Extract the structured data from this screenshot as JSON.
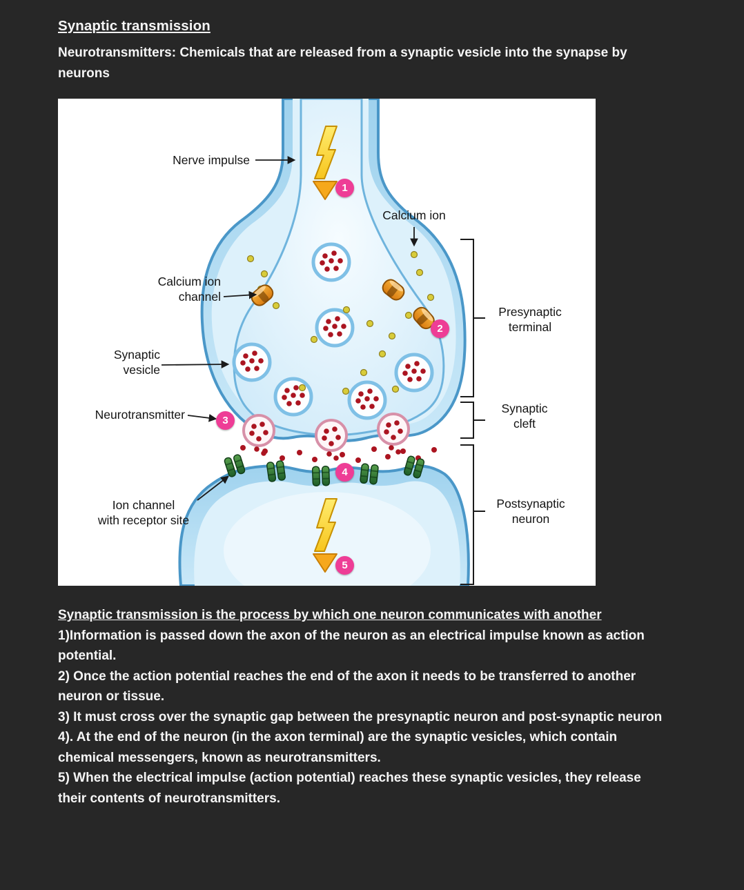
{
  "doc": {
    "title": "Synaptic transmission",
    "intro": "Neurotransmitters: Chemicals that are released from a synaptic vesicle into the synapse by neurons",
    "section_heading": "Synaptic transmission is the process by which one neuron communicates with another",
    "points": [
      "1)Information is passed down the axon of the neuron as an electrical impulse known as action potential.",
      "2) Once the action potential reaches the end of the axon it needs to be transferred to another neuron or tissue.",
      "3) It must cross over the synaptic gap between the presynaptic neuron and post-synaptic neuron",
      "4). At the end of the neuron (in the axon terminal) are the synaptic vesicles, which contain chemical messengers, known as neurotransmitters.",
      "5) When the electrical impulse (action potential) reaches these synaptic vesicles, they release their contents of neurotransmitters."
    ]
  },
  "diagram": {
    "alt": "Labeled illustration of synaptic transmission between two neurons",
    "labels": {
      "nerve_impulse": "Nerve impulse",
      "calcium_ion": "Calcium ion",
      "calcium_ion_channel": "Calcium ion\nchannel",
      "synaptic_vesicle": "Synaptic\nvesicle",
      "neurotransmitter": "Neurotransmitter",
      "ion_channel": "Ion channel\nwith receptor site",
      "presynaptic_terminal": "Presynaptic\nterminal",
      "synaptic_cleft": "Synaptic\ncleft",
      "postsynaptic_neuron": "Postsynaptic\nneuron"
    },
    "steps": [
      "1",
      "2",
      "3",
      "4",
      "5"
    ],
    "colors": {
      "neuron_fill": "#c9e8f8",
      "neuron_outline": "#4a97c8",
      "neurotransmitter_dot": "#ab1420",
      "calcium_channel": "#e8941c",
      "ion_channel": "#2e6b33",
      "impulse_bolt": "#f7c51e",
      "step_badge": "#ee3d96",
      "calcium_ion_dot": "#d8cc3a"
    }
  }
}
